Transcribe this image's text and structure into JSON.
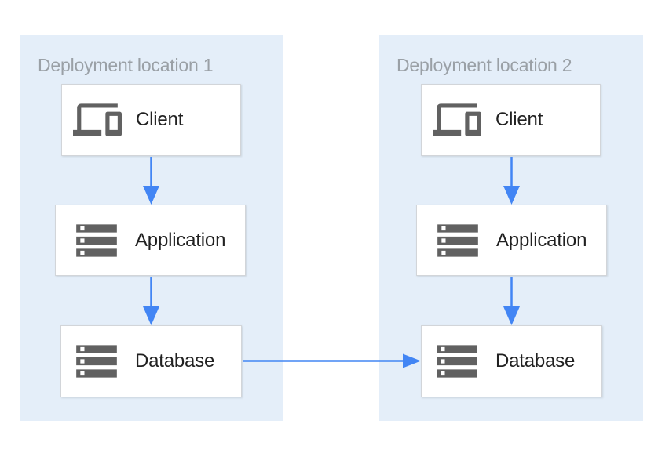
{
  "diagram": {
    "groups": [
      {
        "title": "Deployment location 1",
        "nodes": [
          {
            "label": "Client",
            "icon": "devices-icon"
          },
          {
            "label": "Application",
            "icon": "server-stack-icon"
          },
          {
            "label": "Database",
            "icon": "server-stack-icon"
          }
        ]
      },
      {
        "title": "Deployment location 2",
        "nodes": [
          {
            "label": "Client",
            "icon": "devices-icon"
          },
          {
            "label": "Application",
            "icon": "server-stack-icon"
          },
          {
            "label": "Database",
            "icon": "server-stack-icon"
          }
        ]
      }
    ],
    "connections": [
      {
        "from": "location-1-client",
        "to": "location-1-application",
        "direction": "down"
      },
      {
        "from": "location-1-application",
        "to": "location-1-database",
        "direction": "down"
      },
      {
        "from": "location-1-database",
        "to": "location-2-database",
        "direction": "right"
      },
      {
        "from": "location-2-client",
        "to": "location-2-application",
        "direction": "down"
      },
      {
        "from": "location-2-application",
        "to": "location-2-database",
        "direction": "down"
      }
    ],
    "colors": {
      "panel_bg": "#e4eef9",
      "box_bg": "#ffffff",
      "box_border": "#d2d5d9",
      "arrow": "#4285f4",
      "icon": "#616161",
      "title_text": "#9aa0a6",
      "label_text": "#212121",
      "canvas_bg": "#ffffff"
    }
  }
}
